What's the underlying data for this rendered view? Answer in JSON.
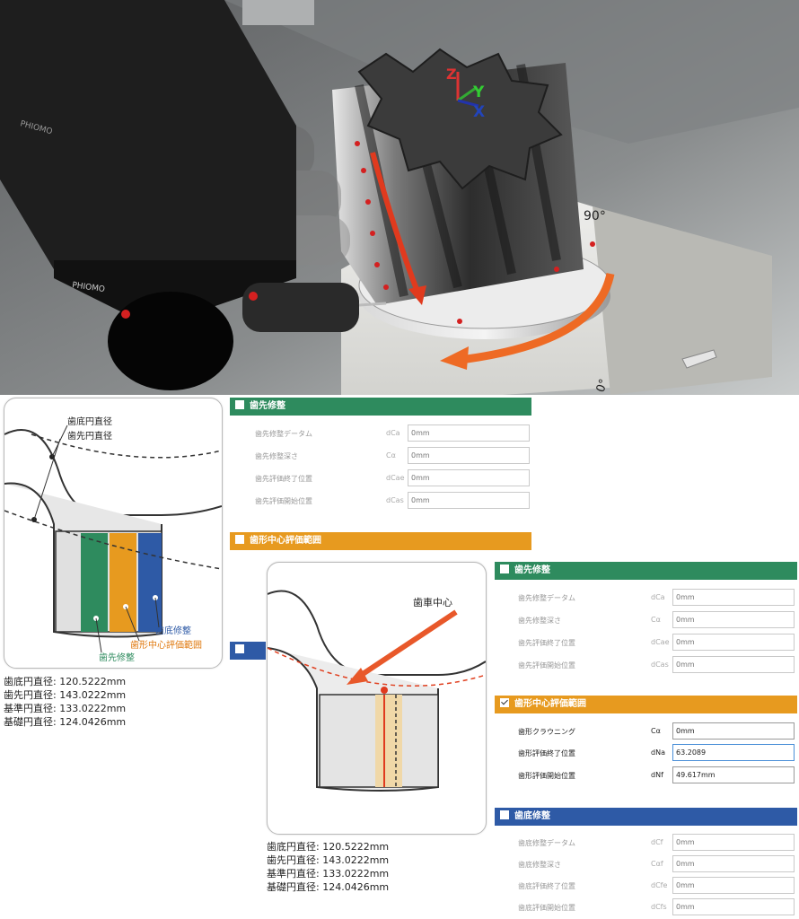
{
  "render": {
    "brand_left": "PHIOMO",
    "brand_right": "PHIOMO",
    "angle_label": "90°",
    "zero_label": "0°",
    "axes": {
      "z": "Z",
      "y": "Y",
      "x": "X"
    }
  },
  "diagram_left": {
    "labels": {
      "root_dia": "歯底円直径",
      "tip_dia": "歯先円直径",
      "root_mod": "歯底修整",
      "profile_center": "歯形中心評価範囲",
      "tip_mod": "歯先修整"
    },
    "dims": [
      "歯底円直径: 120.5222mm",
      "歯先円直径: 143.0222mm",
      "基準円直径: 133.0222mm",
      "基礎円直径: 124.0426mm"
    ]
  },
  "diagram_right": {
    "labels": {
      "gear_center": "歯車中心"
    },
    "dims": [
      "歯底円直径: 120.5222mm",
      "歯先円直径: 143.0222mm",
      "基準円直径: 133.0222mm",
      "基礎円直径: 124.0426mm"
    ]
  },
  "panel_back": {
    "tip_section": {
      "title": "歯先修整",
      "checked": false,
      "rows": [
        {
          "label": "歯先修整データム",
          "symbol": "dCa",
          "value": "0mm"
        },
        {
          "label": "歯先修整深さ",
          "symbol": "Cα",
          "value": "0mm"
        },
        {
          "label": "歯先評価終了位置",
          "symbol": "dCae",
          "value": "0mm"
        },
        {
          "label": "歯先評価開始位置",
          "symbol": "dCas",
          "value": "0mm"
        }
      ]
    },
    "profile_section": {
      "title": "歯形中心評価範囲",
      "checked": false
    }
  },
  "panel_front": {
    "tip_section": {
      "title": "歯先修整",
      "checked": false,
      "rows": [
        {
          "label": "歯先修整データム",
          "symbol": "dCa",
          "value": "0mm"
        },
        {
          "label": "歯先修整深さ",
          "symbol": "Cα",
          "value": "0mm"
        },
        {
          "label": "歯先評価終了位置",
          "symbol": "dCae",
          "value": "0mm"
        },
        {
          "label": "歯先評価開始位置",
          "symbol": "dCas",
          "value": "0mm"
        }
      ]
    },
    "profile_section": {
      "title": "歯形中心評価範囲",
      "checked": true,
      "rows": [
        {
          "label": "歯形クラウニング",
          "symbol": "Cα",
          "value": "0mm"
        },
        {
          "label": "歯形評価終了位置",
          "symbol": "dNa",
          "value": "63.2089"
        },
        {
          "label": "歯形評価開始位置",
          "symbol": "dNf",
          "value": "49.617mm"
        }
      ]
    },
    "root_section": {
      "title": "歯底修整",
      "checked": false,
      "rows": [
        {
          "label": "歯底修整データム",
          "symbol": "dCf",
          "value": "0mm"
        },
        {
          "label": "歯底修整深さ",
          "symbol": "Cαf",
          "value": "0mm"
        },
        {
          "label": "歯底評価終了位置",
          "symbol": "dCfe",
          "value": "0mm"
        },
        {
          "label": "歯底評価開始位置",
          "symbol": "dCfs",
          "value": "0mm"
        }
      ]
    }
  },
  "colors": {
    "green": "#2e8b5e",
    "orange": "#e79a1f",
    "blue": "#2e5aa6",
    "red_arrow": "#e03a1e",
    "orange_arrow": "#ee6a24"
  }
}
